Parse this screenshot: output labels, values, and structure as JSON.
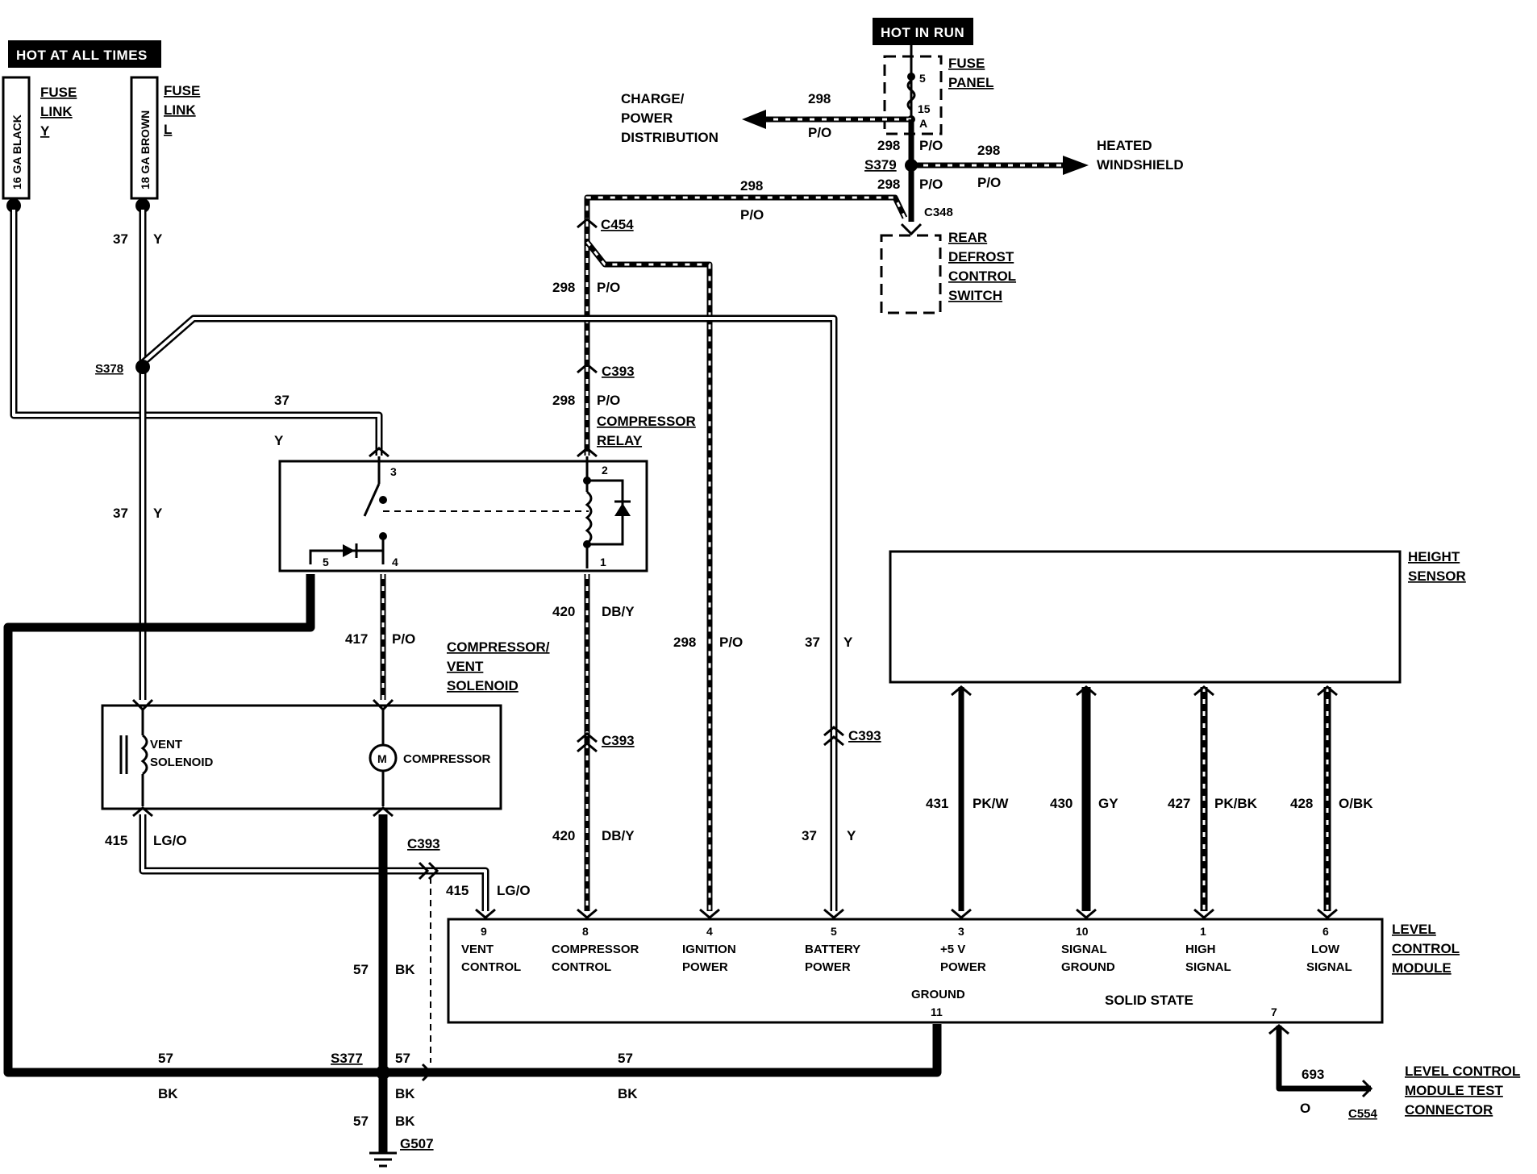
{
  "power": {
    "hot_at_all_times": "HOT AT ALL TIMES",
    "hot_in_run": "HOT IN RUN",
    "fuse_link_y": {
      "gauge": "16 GA BLACK",
      "title": "FUSE",
      "title2": "LINK",
      "id": "Y"
    },
    "fuse_link_l": {
      "gauge": "18 GA BROWN",
      "title": "FUSE",
      "title2": "LINK",
      "id": "L"
    },
    "fuse_panel": {
      "line1": "FUSE",
      "line2": "PANEL",
      "pin_top": "5",
      "rating": "15",
      "unit": "A"
    }
  },
  "destinations": {
    "charge_1": "CHARGE/",
    "charge_2": "POWER",
    "charge_3": "DISTRIBUTION",
    "heated_1": "HEATED",
    "heated_2": "WINDSHIELD"
  },
  "splices": {
    "s379": "S379",
    "s378": "S378",
    "s377": "S377"
  },
  "connectors": {
    "c348": "C348",
    "c454": "C454",
    "c393": "C393",
    "c554": "C554"
  },
  "ground": {
    "g507": "G507"
  },
  "switch": {
    "line1": "REAR",
    "line2": "DEFROST",
    "line3": "CONTROL",
    "line4": "SWITCH"
  },
  "relay": {
    "line1": "COMPRESSOR",
    "line2": "RELAY",
    "pins": [
      "3",
      "2",
      "5",
      "4",
      "1"
    ]
  },
  "solenoid_label": {
    "line1": "COMPRESSOR/",
    "line2": "VENT",
    "line3": "SOLENOID"
  },
  "components": {
    "vent1": "VENT",
    "vent2": "SOLENOID",
    "motor": "M",
    "compressor": "COMPRESSOR"
  },
  "sensor": {
    "line1": "HEIGHT",
    "line2": "SENSOR"
  },
  "module": {
    "title1": "LEVEL",
    "title2": "CONTROL",
    "title3": "MODULE",
    "solid_state": "SOLID STATE",
    "ground_label": "GROUND",
    "ground_pin": "11",
    "test_pin": "7",
    "pins": [
      {
        "num": "9",
        "l1": "VENT",
        "l2": "CONTROL"
      },
      {
        "num": "8",
        "l1": "COMPRESSOR",
        "l2": "CONTROL"
      },
      {
        "num": "4",
        "l1": "IGNITION",
        "l2": "POWER"
      },
      {
        "num": "5",
        "l1": "BATTERY",
        "l2": "POWER"
      },
      {
        "num": "3",
        "l1": "+5 V",
        "l2": "POWER"
      },
      {
        "num": "10",
        "l1": "SIGNAL",
        "l2": "GROUND"
      },
      {
        "num": "1",
        "l1": "HIGH",
        "l2": "SIGNAL"
      },
      {
        "num": "6",
        "l1": "LOW",
        "l2": "SIGNAL"
      }
    ]
  },
  "test_connector": {
    "line1": "LEVEL CONTROL",
    "line2": "MODULE TEST",
    "line3": "CONNECTOR"
  },
  "wires": {
    "c298": "298",
    "po": "P/O",
    "c37": "37",
    "y": "Y",
    "c417": "417",
    "c420": "420",
    "dby": "DB/Y",
    "c415": "415",
    "lgo": "LG/O",
    "c57": "57",
    "bk": "BK",
    "c431": "431",
    "pkw": "PK/W",
    "c430": "430",
    "gy": "GY",
    "c427": "427",
    "pkbk": "PK/BK",
    "c428": "428",
    "obk": "O/BK",
    "c693": "693",
    "o": "O"
  }
}
